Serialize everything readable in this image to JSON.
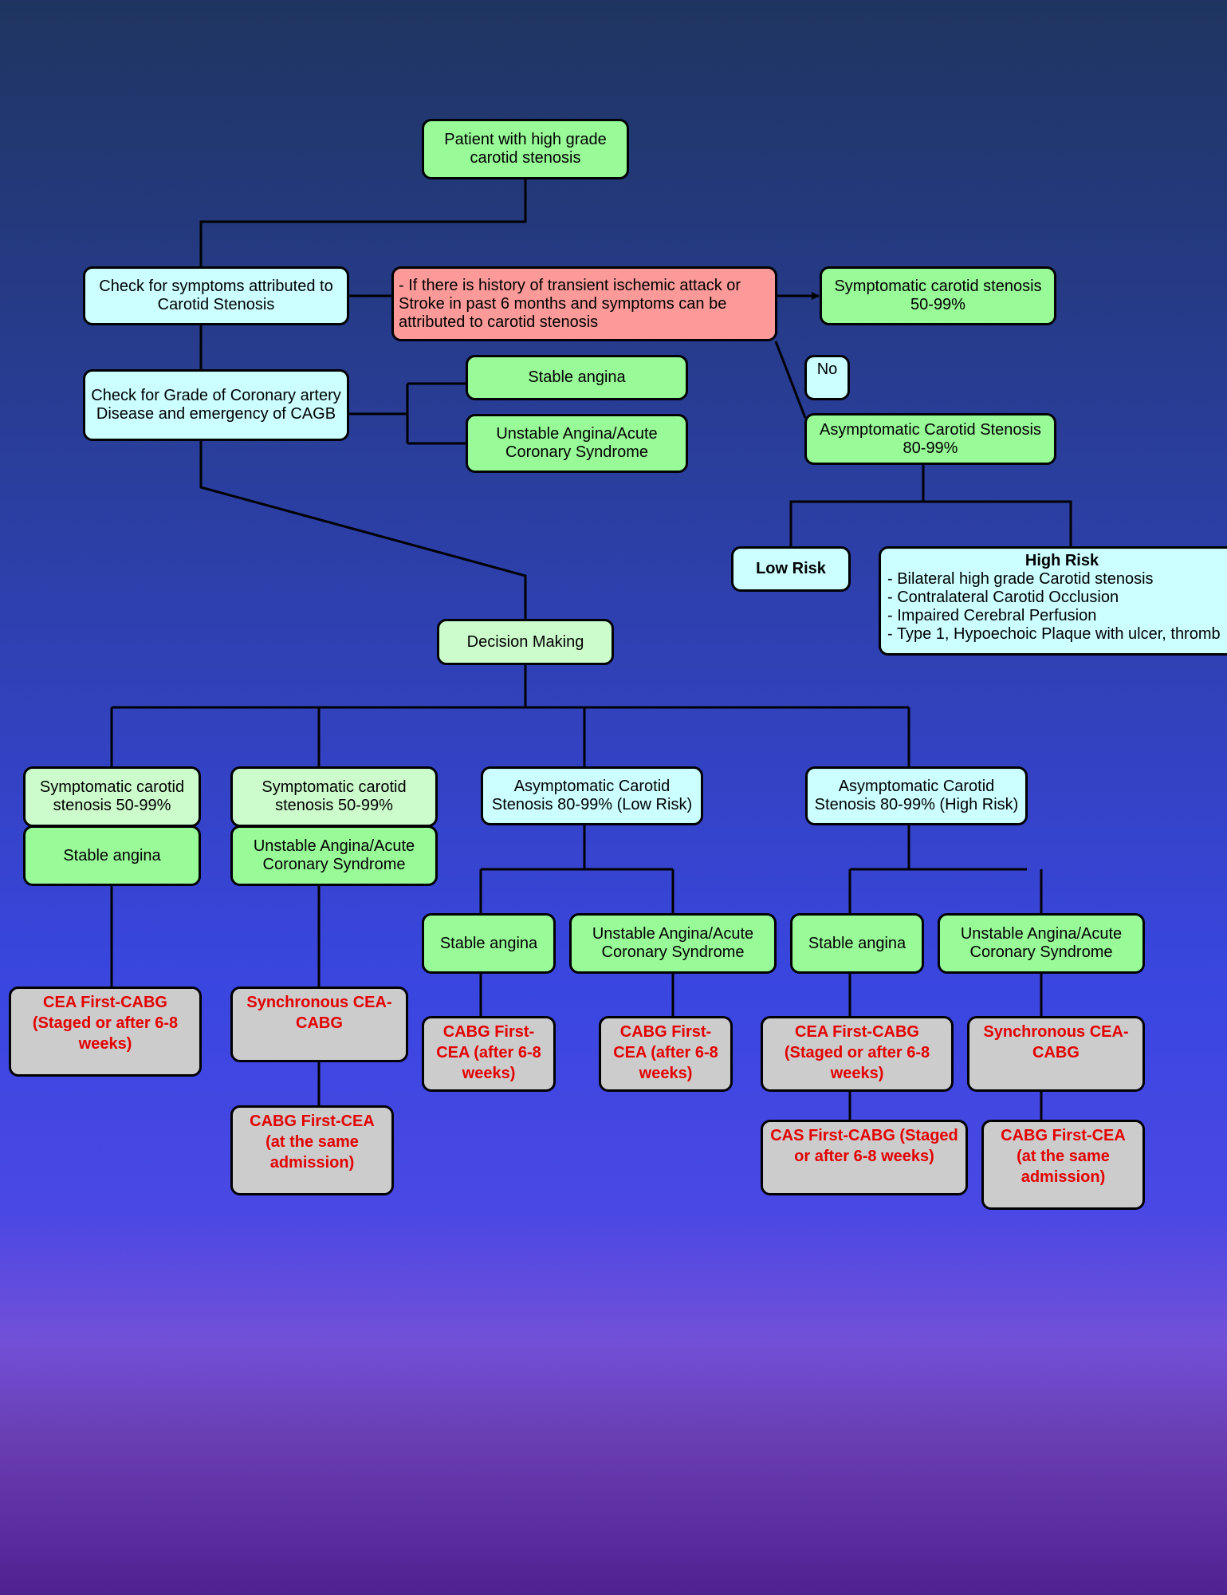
{
  "root": "Patient with high grade carotid stenosis",
  "check_symptoms": "Check for symptoms attributed to Carotid Stenosis",
  "tia_condition": "- If there is history of transient ischemic attack or Stroke in past 6 months and symptoms can be attributed to carotid stenosis",
  "symptomatic_result": "Symptomatic carotid stenosis 50-99%",
  "no_label": "No",
  "asymptomatic_result": "Asymptomatic Carotid Stenosis 80-99%",
  "check_coronary": "Check for Grade of Coronary artery Disease and emergency of CAGB",
  "stable_angina": "Stable angina",
  "unstable_angina": "Unstable Angina/Acute Coronary Syndrome",
  "low_risk": "Low Risk",
  "high_risk": {
    "title": "High Risk",
    "items": [
      "- Bilateral high grade Carotid stenosis",
      "- Contralateral Carotid Occlusion",
      "- Impaired Cerebral Perfusion",
      "- Type 1, Hypoechoic Plaque with ulcer, thromb"
    ]
  },
  "decision_making": "Decision Making",
  "branches": {
    "b1_header": "Symptomatic carotid stenosis 50-99%",
    "b1_sub": "Stable angina",
    "b1_outcome": "CEA First-CABG (Staged or after 6-8 weeks)",
    "b2_header": "Symptomatic carotid stenosis 50-99%",
    "b2_sub": "Unstable Angina/Acute Coronary Syndrome",
    "b2_outcome1": "Synchronous CEA-CABG",
    "b2_outcome2": "CABG First-CEA (at the same admission)",
    "b3_header": "Asymptomatic Carotid Stenosis 80-99% (Low Risk)",
    "b3_stable": "Stable angina",
    "b3_stable_outcome": "CABG First-CEA (after 6-8 weeks)",
    "b3_unstable": "Unstable Angina/Acute Coronary Syndrome",
    "b3_unstable_outcome": "CABG First-CEA (after 6-8 weeks)",
    "b4_header": "Asymptomatic Carotid Stenosis 80-99% (High Risk)",
    "b4_stable": "Stable angina",
    "b4_stable_outcome1": "CEA First-CABG (Staged or after 6-8 weeks)",
    "b4_stable_outcome2": "CAS First-CABG (Staged or after 6-8 weeks)",
    "b4_unstable": "Unstable Angina/Acute Coronary Syndrome",
    "b4_unstable_outcome1": "Synchronous CEA-CABG",
    "b4_unstable_outcome2": "CABG First-CEA (at the same admission)"
  },
  "colors": {
    "green": "#98fb98",
    "light_green": "#ccfccc",
    "cyan": "#ccffff",
    "red": "#fb9a98",
    "gray": "#cccccc",
    "outcome_text": "#e30000"
  }
}
